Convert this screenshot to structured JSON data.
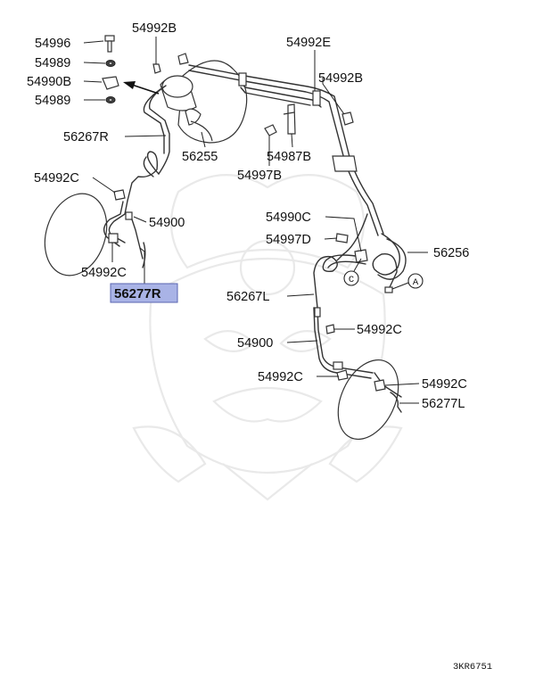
{
  "diagram": {
    "highlight_color": "#a9b3e6",
    "labels": {
      "l54996": "54996",
      "l54989_a": "54989",
      "l54990B": "54990B",
      "l54989_b": "54989",
      "l54992B_top": "54992B",
      "l54992E": "54992E",
      "l54992B_right": "54992B",
      "l56267R": "56267R",
      "l56255": "56255",
      "l54987B": "54987B",
      "l54997B": "54997B",
      "l54992C_left": "54992C",
      "l54900_left": "54900",
      "l54992C_left_low": "54992C",
      "l56277R": "56277R",
      "l54990C": "54990C",
      "l54997D": "54997D",
      "l56256": "56256",
      "l56267L": "56267L",
      "l54900_right": "54900",
      "l54992C_mid": "54992C",
      "l54992C_low": "54992C",
      "l54992C_right": "54992C",
      "l56277L": "56277L",
      "circle_C": "C",
      "circle_A": "A",
      "ref_code": "3KR6751"
    }
  }
}
